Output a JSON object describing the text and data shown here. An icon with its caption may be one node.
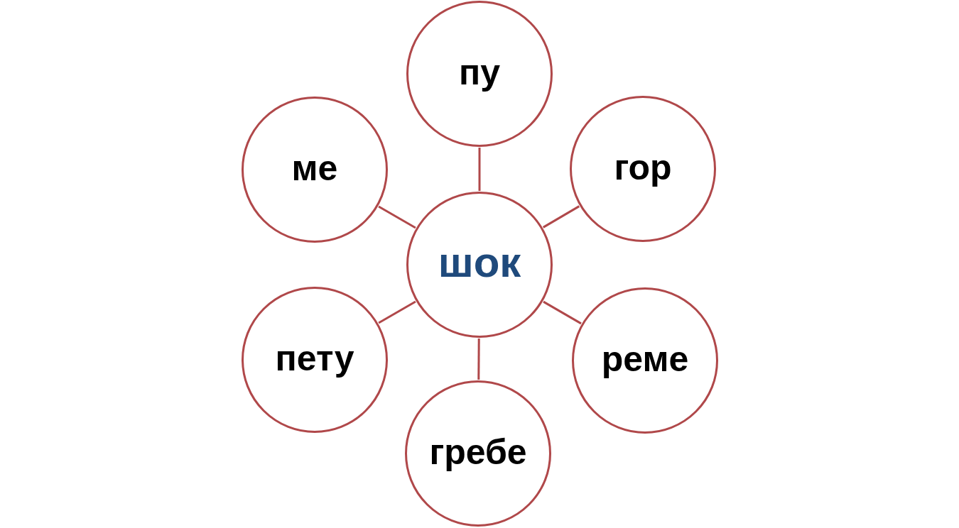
{
  "diagram": {
    "nodes": [
      {
        "text": [
          "пу"
        ]
      },
      {
        "text": [
          "ме"
        ]
      },
      {
        "text": [
          "гор"
        ]
      },
      {
        "text": [
          "шок"
        ]
      },
      {
        "text": [
          "пету"
        ]
      },
      {
        "text": [
          "реме"
        ]
      },
      {
        "text": [
          "гребе"
        ]
      }
    ],
    "edges": [
      {
        "from": 3,
        "to": 0,
        "arrow": "none"
      },
      {
        "from": 3,
        "to": 2,
        "arrow": "none"
      },
      {
        "from": 3,
        "to": 5,
        "arrow": "none"
      },
      {
        "from": 3,
        "to": 6,
        "arrow": "none"
      },
      {
        "from": 3,
        "to": 4,
        "arrow": "none"
      },
      {
        "from": 3,
        "to": 1,
        "arrow": "none"
      }
    ]
  }
}
